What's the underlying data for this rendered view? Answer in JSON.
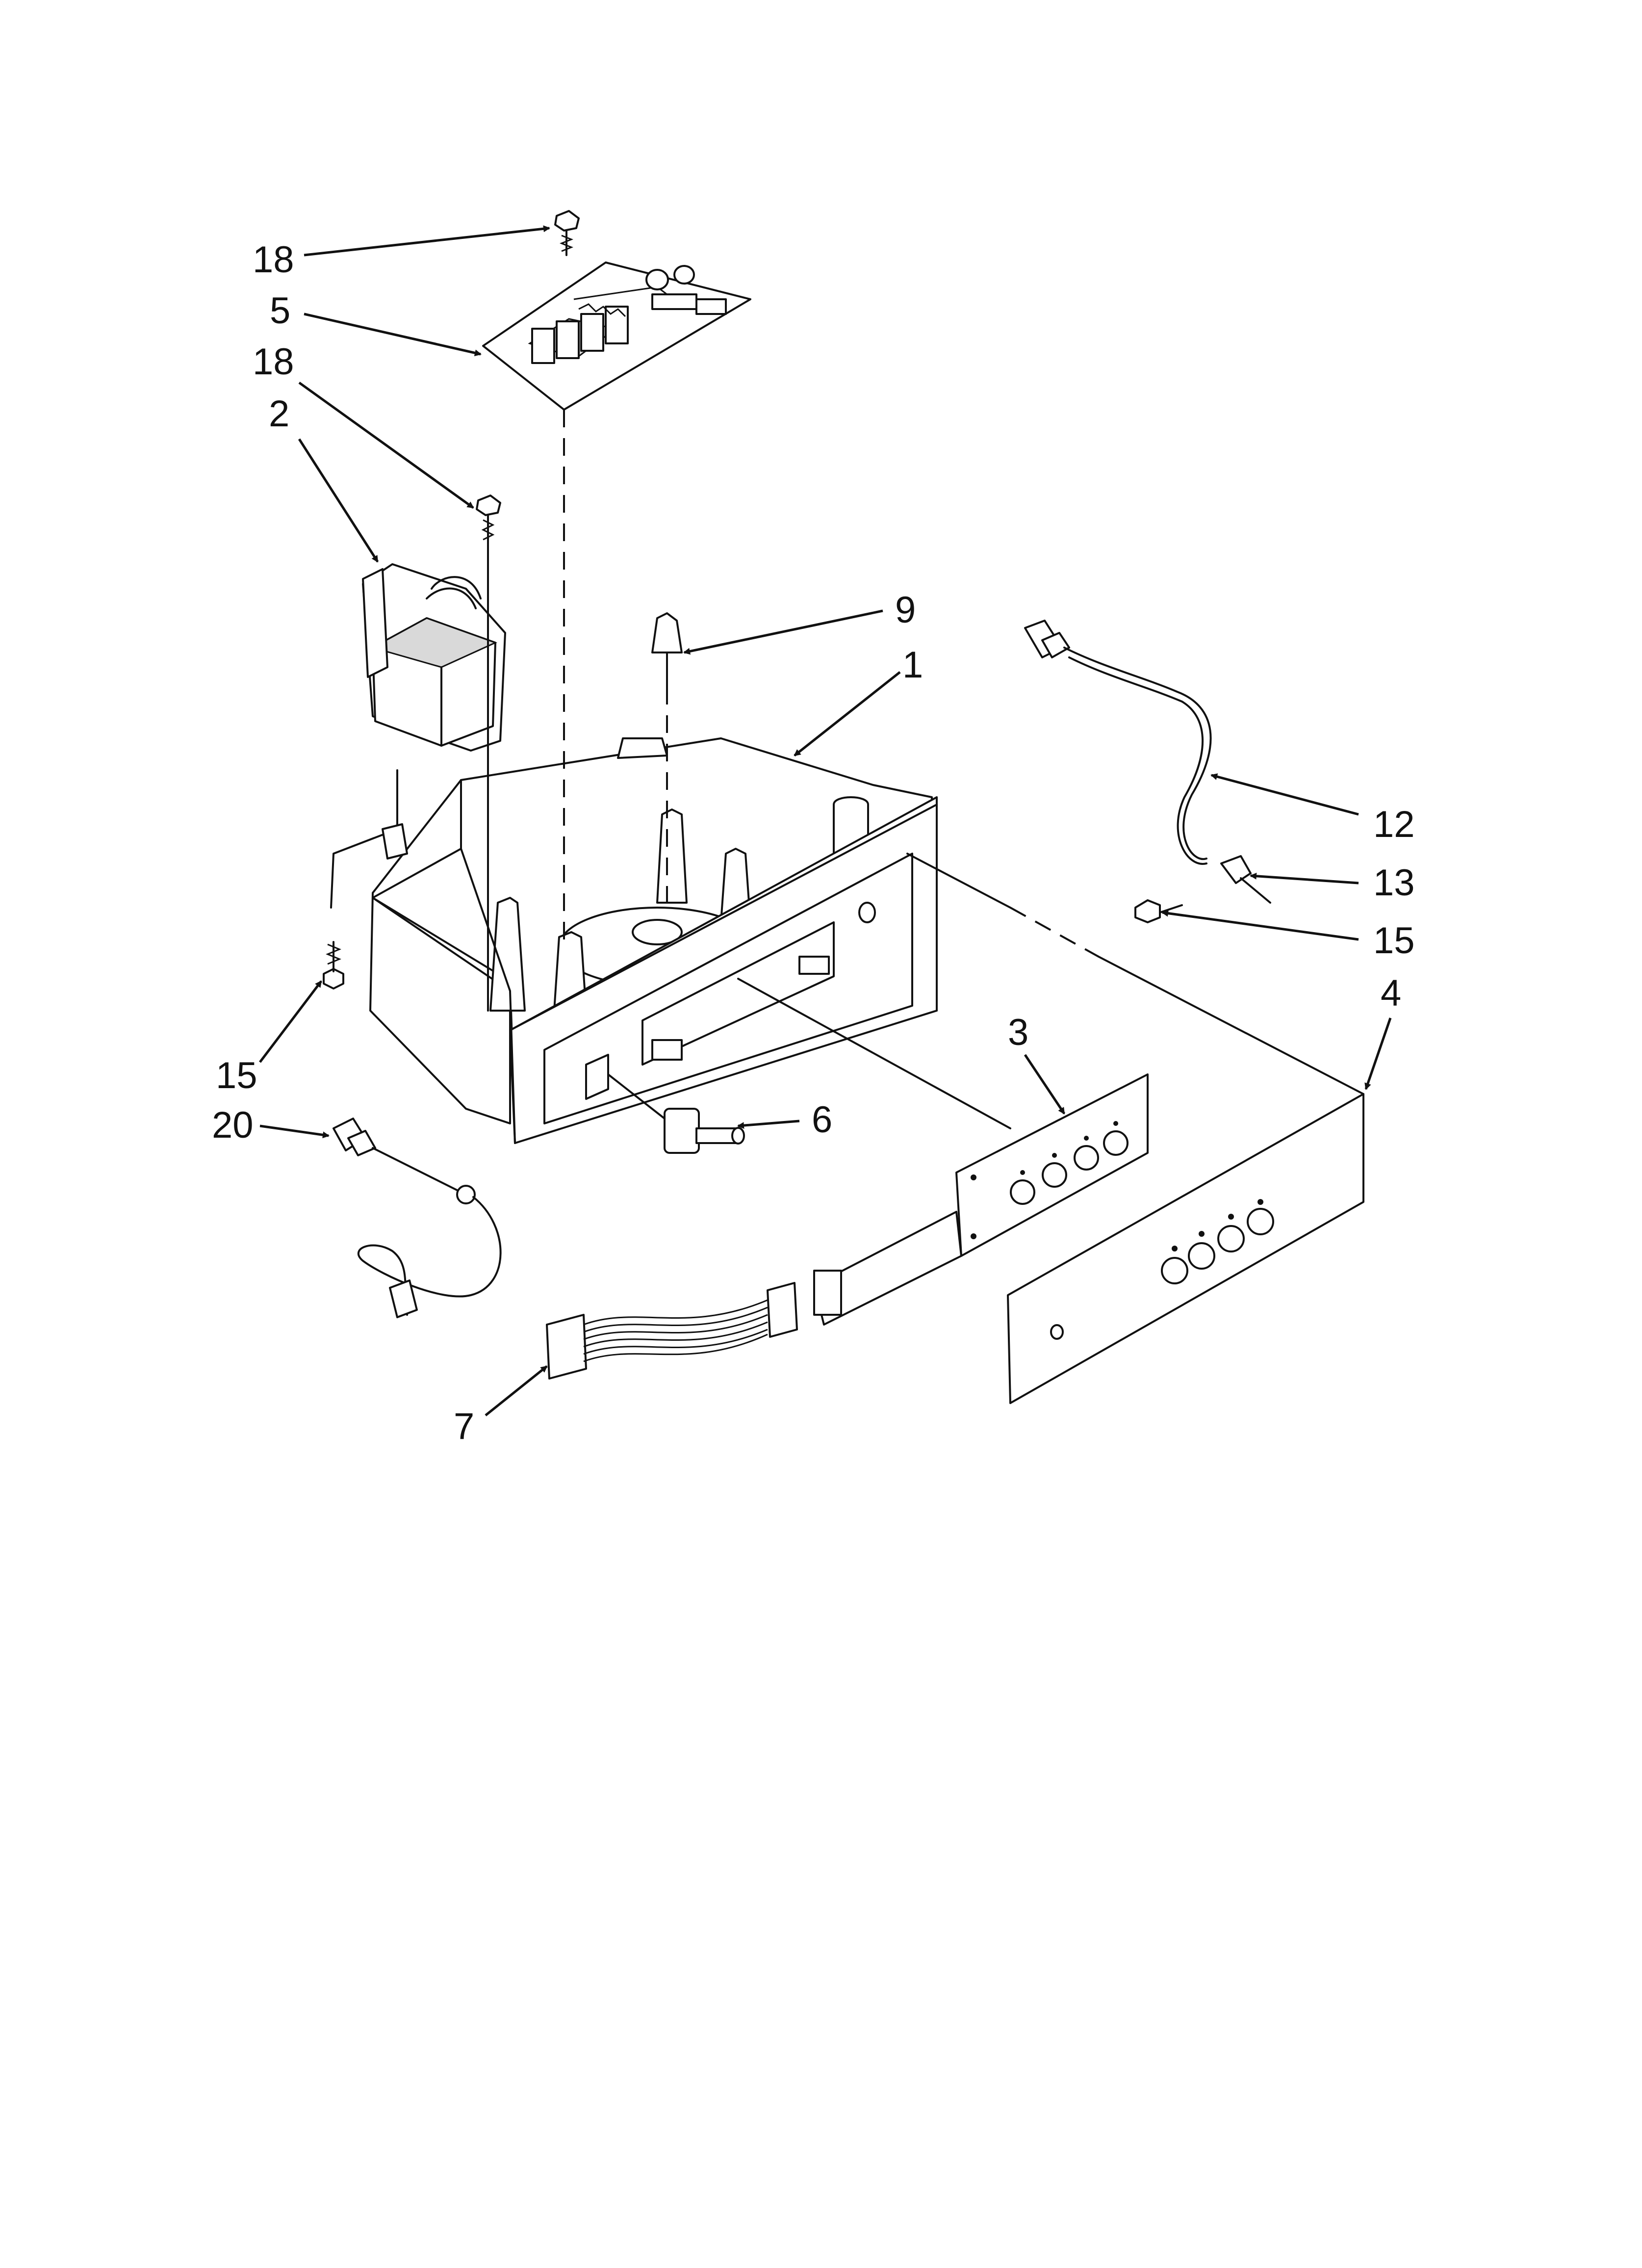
{
  "labels": {
    "part_18_top": "18",
    "part_5": "5",
    "part_18_mid": "18",
    "part_2": "2",
    "part_9": "9",
    "part_1": "1",
    "part_12": "12",
    "part_13": "13",
    "part_15_right": "15",
    "part_4": "4",
    "part_3": "3",
    "part_6": "6",
    "part_15_left": "15",
    "part_20": "20",
    "part_7": "7"
  }
}
